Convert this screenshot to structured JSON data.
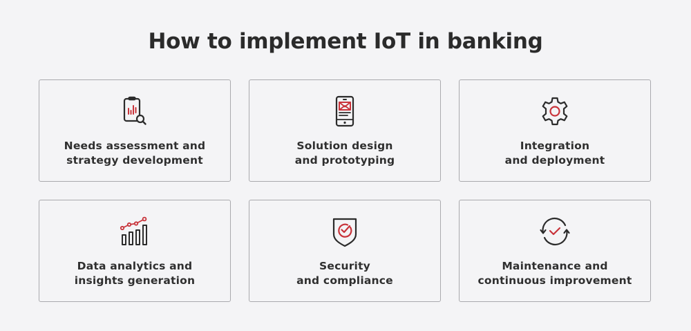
{
  "title": "How to implement IoT in banking",
  "colors": {
    "accent": "#c8333a",
    "stroke": "#2b2b2b",
    "border": "#a9a9ad",
    "background": "#f4f4f6"
  },
  "cards": [
    {
      "icon": "clipboard-chart-search-icon",
      "line1": "Needs assessment and",
      "line2": "strategy development"
    },
    {
      "icon": "mobile-message-icon",
      "line1": "Solution design",
      "line2": "and prototyping"
    },
    {
      "icon": "gear-icon",
      "line1": "Integration",
      "line2": "and deployment"
    },
    {
      "icon": "growth-chart-icon",
      "line1": "Data analytics and",
      "line2": "insights generation"
    },
    {
      "icon": "shield-check-icon",
      "line1": "Security",
      "line2": "and compliance"
    },
    {
      "icon": "refresh-check-icon",
      "line1": "Maintenance and",
      "line2": "continuous improvement"
    }
  ]
}
